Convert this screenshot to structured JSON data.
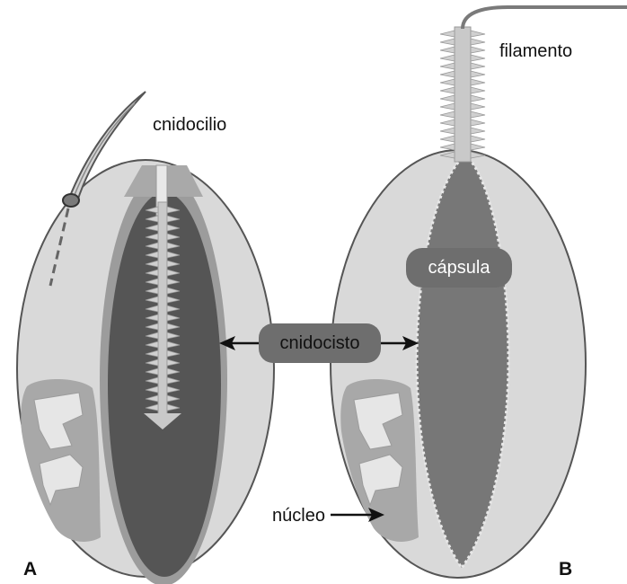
{
  "labels": {
    "cnidocilio": "cnidocilio",
    "filamento": "filamento",
    "capsula": "cápsula",
    "cnidocisto": "cnidocisto",
    "nucleo": "núcleo",
    "panel_a": "A",
    "panel_b": "B"
  },
  "colors": {
    "cell_fill": "#d9d9d9",
    "outline": "#555555",
    "capsule_dark": "#555555",
    "capsule_mid": "#777777",
    "thread_light": "#cfcfcf",
    "nucleus": "#a8a8a8",
    "callout_box": "#6e6e6e",
    "text": "#111111"
  }
}
